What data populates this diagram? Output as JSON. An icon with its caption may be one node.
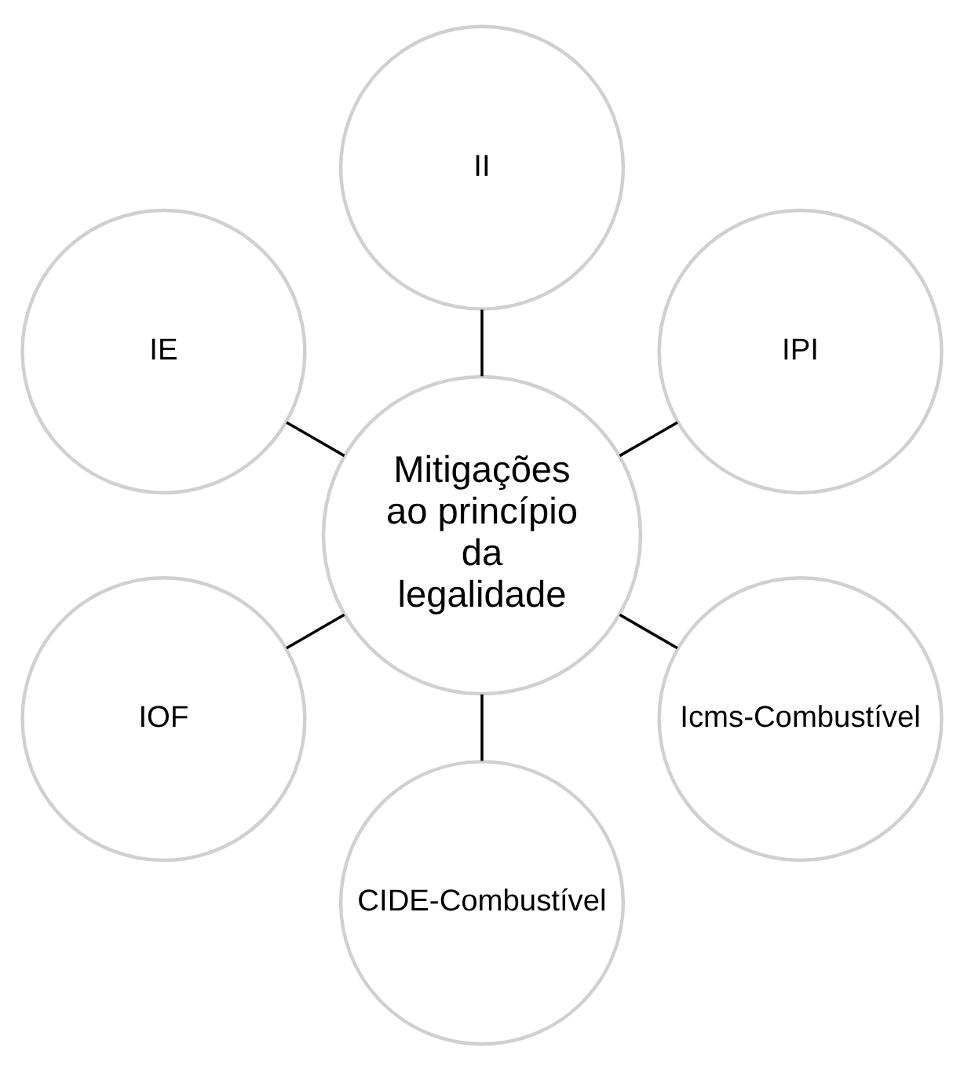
{
  "diagram": {
    "nodes": [
      {
        "text": [
          "Mitigações ao princípio da legalidade"
        ]
      },
      {
        "text": [
          "IPI"
        ]
      },
      {
        "text": [
          "II"
        ]
      },
      {
        "text": [
          "IE"
        ]
      },
      {
        "text": [
          "IOF"
        ]
      },
      {
        "text": [
          "CIDE-Combustível"
        ]
      },
      {
        "text": [
          "Icms-Combustível"
        ]
      }
    ],
    "edges": [
      {
        "from": 0,
        "to": 1,
        "arrow": "none"
      },
      {
        "from": 0,
        "to": 2,
        "arrow": "none"
      },
      {
        "from": 0,
        "to": 3,
        "arrow": "none"
      },
      {
        "from": 0,
        "to": 4,
        "arrow": "none"
      },
      {
        "from": 0,
        "to": 5,
        "arrow": "none"
      },
      {
        "from": 0,
        "to": 6,
        "arrow": "none"
      }
    ]
  }
}
